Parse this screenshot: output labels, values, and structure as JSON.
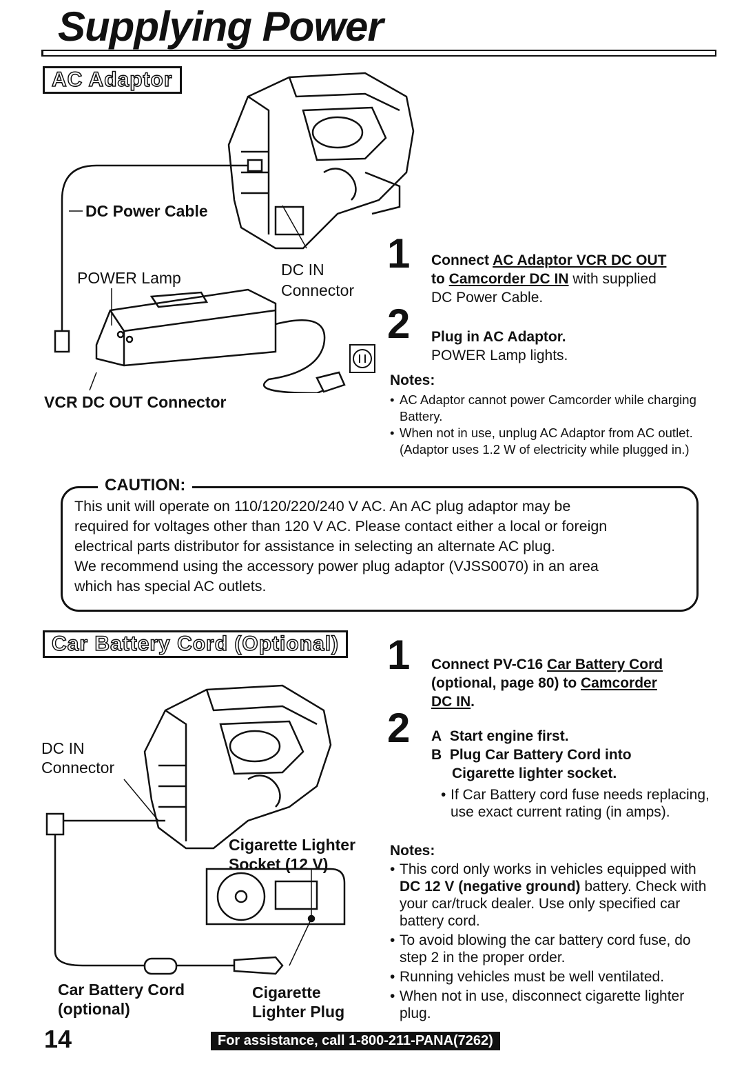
{
  "page_title": "Supplying Power",
  "ac_section": {
    "heading": "AC Adaptor",
    "labels": {
      "dc_power_cable": "DC Power Cable",
      "power_lamp": "POWER Lamp",
      "dc_in": "DC IN",
      "connector": "Connector",
      "vcr_dc_out": "VCR DC OUT Connector"
    },
    "step1": {
      "number": "1",
      "prefix": "Connect ",
      "link1": "AC Adaptor VCR DC OUT",
      "mid": "to ",
      "link2": "Camcorder DC IN",
      "suffix": " with supplied",
      "line3": "DC Power Cable."
    },
    "step2": {
      "number": "2",
      "bold": "Plug in AC Adaptor.",
      "text": "POWER Lamp lights."
    },
    "notes_heading": "Notes:",
    "notes": [
      "AC Adaptor cannot power Camcorder while charging Battery.",
      "When not in use, unplug AC Adaptor from AC outlet. (Adaptor uses 1.2 W of electricity while plugged in.)"
    ]
  },
  "caution": {
    "title": "CAUTION:",
    "lines": [
      "This unit will operate on 110/120/220/240 V AC. An AC plug adaptor may be",
      "required for voltages other than 120 V AC. Please contact either a local or foreign",
      "electrical parts distributor for assistance in selecting an alternate AC plug.",
      "We recommend using the accessory power plug adaptor (VJSS0070) in an area",
      "which has special AC outlets."
    ]
  },
  "car_section": {
    "heading": "Car Battery Cord (Optional)",
    "labels": {
      "dc_in": "DC IN",
      "connector": "Connector",
      "cig_socket_1": "Cigarette Lighter",
      "cig_socket_2": "Socket (12 V)",
      "car_cord_1": "Car Battery Cord",
      "car_cord_2": "(optional)",
      "cig_plug_1": "Cigarette",
      "cig_plug_2": "Lighter Plug"
    },
    "step1": {
      "number": "1",
      "prefix": "Connect PV-C16 ",
      "link1": "Car Battery Cord",
      "mid": "(optional, page 80) to ",
      "link2": "Camcorder",
      "link3": "DC IN",
      "suffix": "."
    },
    "step2": {
      "number": "2",
      "a_letter": "A",
      "a_text": "Start engine first.",
      "b_letter": "B",
      "b_text1": "Plug Car Battery Cord into",
      "b_text2": "Cigarette lighter socket.",
      "fuse_note": "If Car Battery cord fuse needs replacing, use exact current rating (in amps)."
    },
    "notes_heading": "Notes:",
    "note1": {
      "a": "This cord only works in vehicles equipped with ",
      "b": "DC 12 V (negative ground)",
      "c": " battery. Check with your car/truck dealer. Use only specified car battery cord."
    },
    "notes": [
      "To avoid blowing the car battery cord fuse, do step 2 in the proper order.",
      "Running vehicles must be well ventilated.",
      "When not in use, disconnect cigarette lighter plug."
    ]
  },
  "footer": {
    "page_number": "14",
    "assistance": "For assistance, call 1-800-211-PANA(7262)"
  }
}
